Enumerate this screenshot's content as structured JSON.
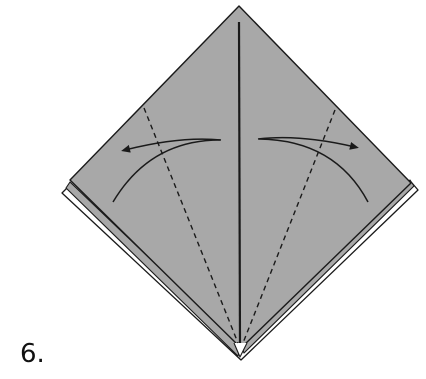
{
  "step": {
    "number": "6."
  },
  "colors": {
    "paper_fill": "#a8a8a8",
    "layer_fill": "#ffffff",
    "outline": "#1a1a1a",
    "background": "#ffffff"
  },
  "figure": {
    "shape": "square-base folded diamond",
    "fold_lines": "dashed",
    "arrows": [
      "fold-left-flap-outward",
      "fold-right-flap-outward"
    ]
  }
}
